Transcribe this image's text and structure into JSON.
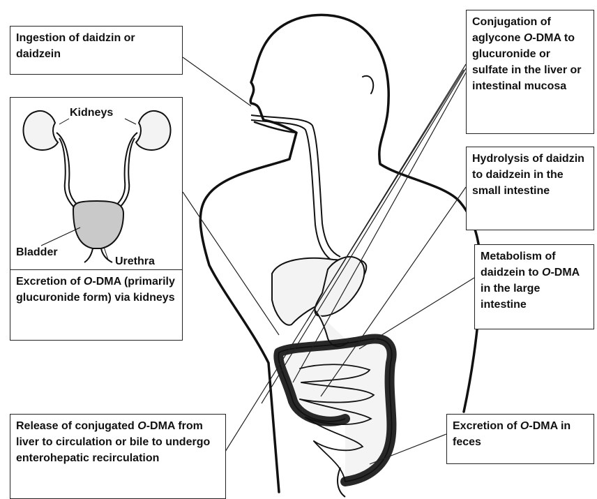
{
  "boxes": {
    "ingestion": {
      "text": "Ingestion of daidzin or daidzein"
    },
    "conjugation": {
      "text_pre": "Conjugation of aglycone ",
      "italic": "O",
      "text_post": "-DMA to glucuronide or sulfate in the liver or intestinal mucosa"
    },
    "hydrolysis": {
      "text": "Hydrolysis of daidzin to daidzein in the small intestine"
    },
    "metabolism": {
      "text_pre": "Metabolism of daidzein to ",
      "italic": "O",
      "text_post": "-DMA in the large intestine"
    },
    "excretion_kidneys": {
      "text_pre": "Excretion of ",
      "italic": "O",
      "text_post": "-DMA (primarily glucuronide form) via kidneys"
    },
    "release": {
      "text_pre": "Release of conjugated ",
      "italic": "O",
      "text_post": "-DMA from liver to circulation or bile to undergo enterohepatic recirculation"
    },
    "excretion_feces": {
      "text_pre": "Excretion of ",
      "italic": "O",
      "text_post": "-DMA in feces"
    }
  },
  "inset_labels": {
    "kidneys": "Kidneys",
    "bladder": "Bladder",
    "urethra": "Urethra"
  },
  "colors": {
    "line": "#222222",
    "organ_fill": "#f3f3f3",
    "bladder_fill": "#c9c9c9"
  }
}
